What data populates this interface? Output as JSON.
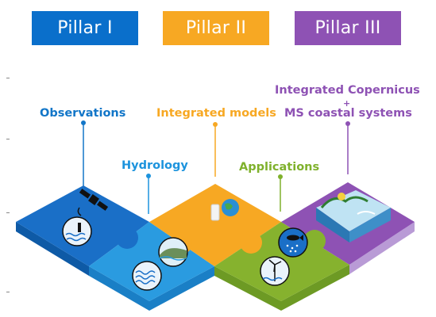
{
  "pillars": [
    {
      "label": "Pillar I",
      "color": "#0a6fcb"
    },
    {
      "label": "Pillar II",
      "color": "#f7a823"
    },
    {
      "label": "Pillar III",
      "color": "#8e52b4"
    }
  ],
  "labels": {
    "observations": "Observations",
    "hydrology": "Hydrology",
    "integrated_models": "Integrated models",
    "applications": "Applications",
    "copernicus_line1": "Integrated Copernicus",
    "copernicus_plus": "+",
    "copernicus_line2": "MS coastal systems"
  },
  "colors": {
    "observations_blue": "#1a6fc7",
    "hydrology_blue": "#2a9be0",
    "models_orange": "#f7a823",
    "applications_green": "#86b22e",
    "copernicus_purple": "#8e52b4"
  },
  "icons": [
    "satellite-icon",
    "buoy-icon",
    "waves-icon",
    "coast-icon",
    "globe-icon",
    "fish-icon",
    "wind-turbine-icon",
    "coastal-system-icon"
  ]
}
